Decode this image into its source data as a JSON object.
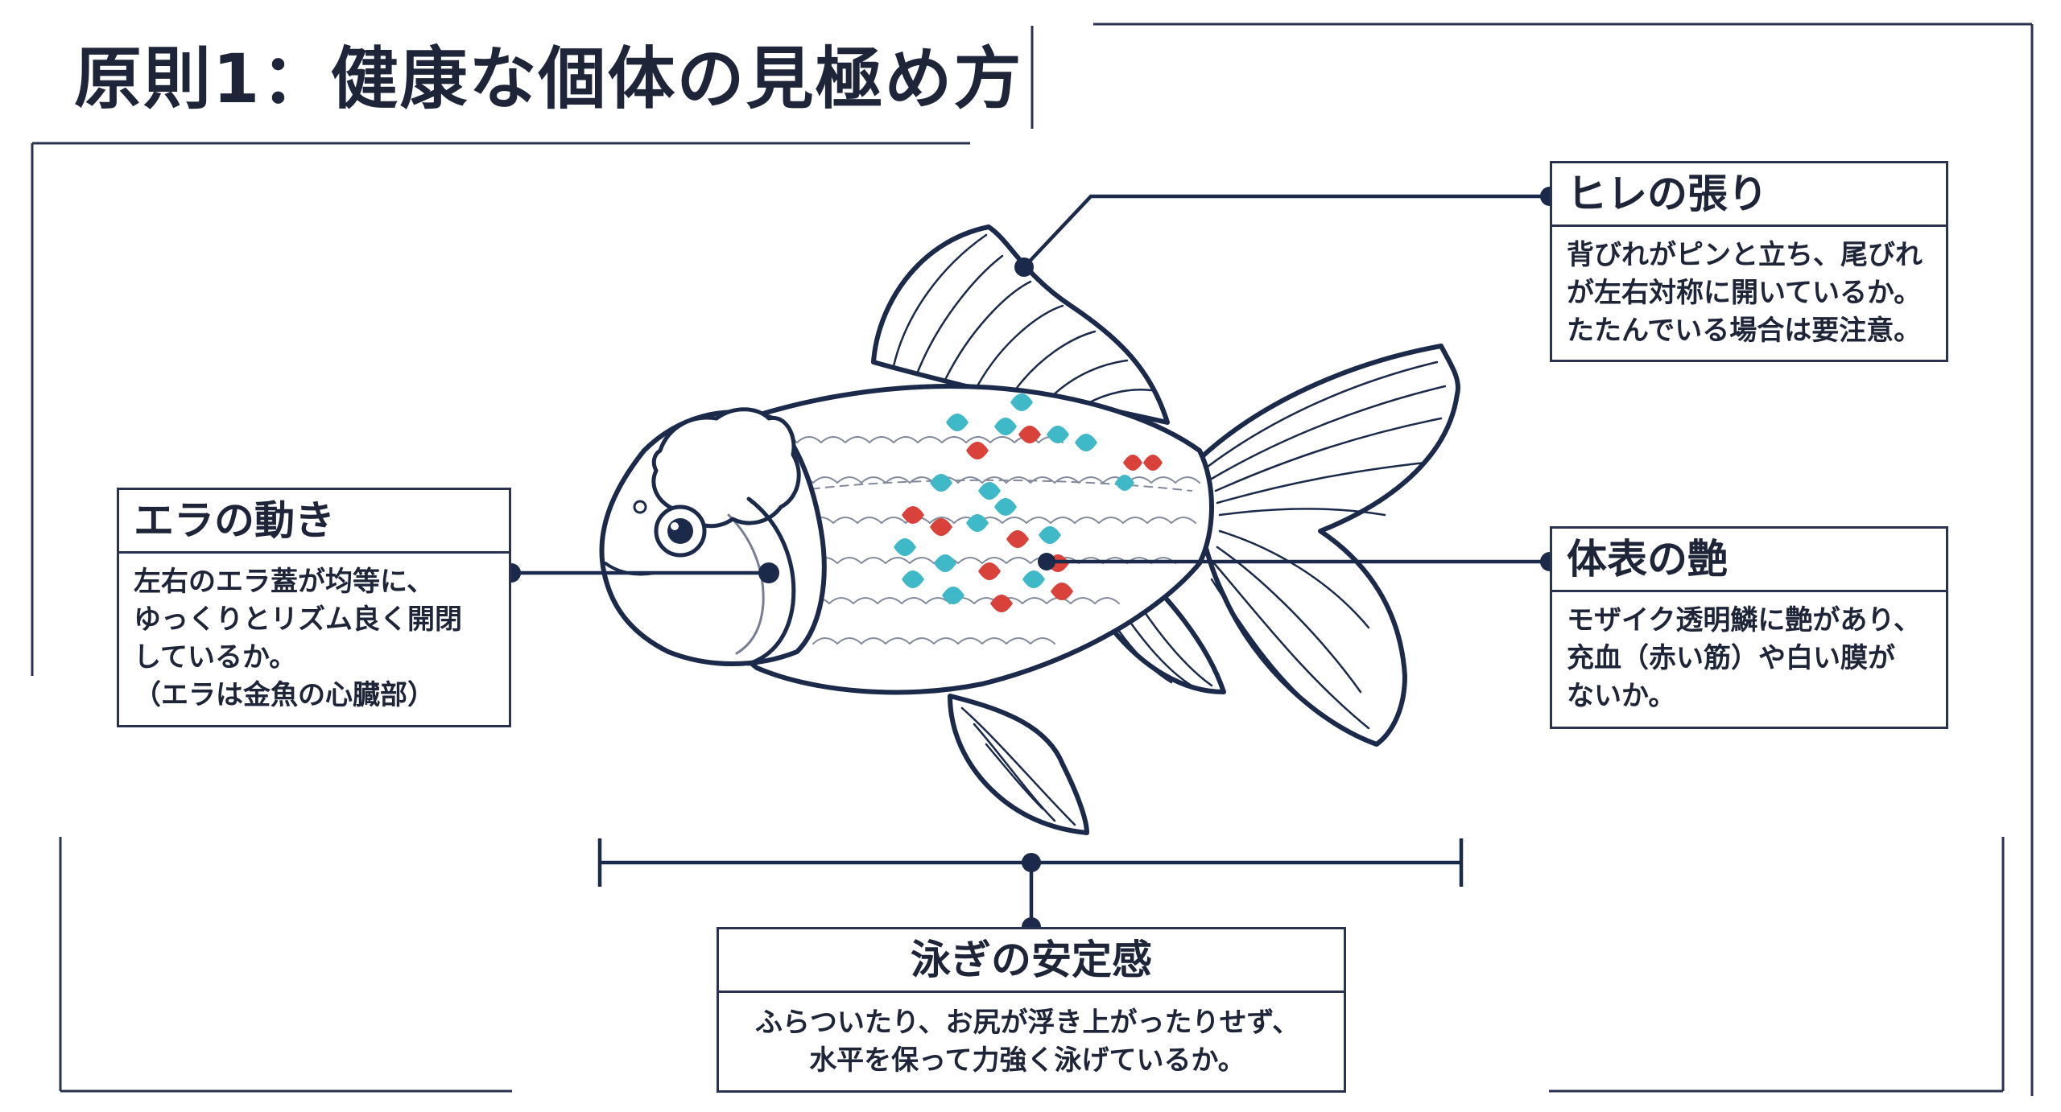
{
  "title": "原則1：健康な個体の見極め方",
  "colors": {
    "navy": "#1b2a4a",
    "teal": "#3fb8c8",
    "red": "#d9423a"
  },
  "callouts": {
    "fins": {
      "heading": "ヒレの張り",
      "lines": [
        "背びれがピンと立ち、尾びれ",
        "が左右対称に開いているか。",
        "たたんでいる場合は要注意。"
      ]
    },
    "gills": {
      "heading": "エラの動き",
      "lines": [
        "左右のエラ蓋が均等に、",
        "ゆっくりとリズム良く開閉",
        "しているか。",
        "（エラは金魚の心臓部）"
      ]
    },
    "body": {
      "heading": "体表の艶",
      "lines": [
        "モザイク透明鱗に艶があり、",
        "充血（赤い筋）や白い膜が",
        "ないか。"
      ]
    },
    "swim": {
      "heading": "泳ぎの安定感",
      "lines": [
        "ふらついたり、お尻が浮き上がったりせず、",
        "水平を保って力強く泳げているか。"
      ]
    }
  }
}
